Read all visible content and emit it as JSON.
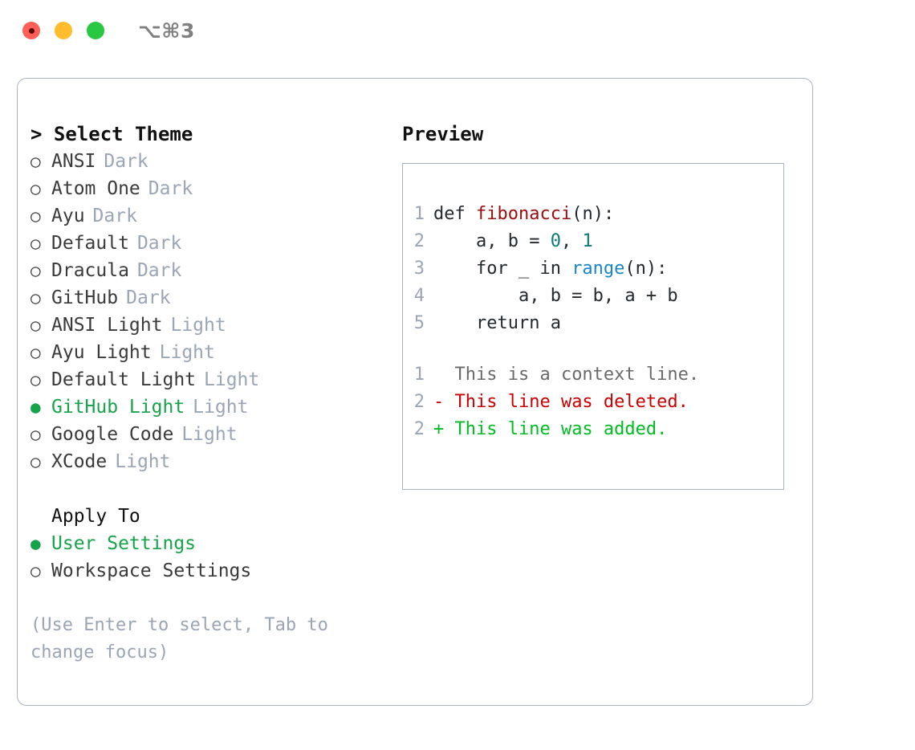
{
  "titlebar": {
    "shortcut": "⌥⌘3",
    "buttons": {
      "close": "close",
      "minimize": "minimize",
      "maximize": "maximize"
    }
  },
  "left": {
    "heading": "> Select Theme",
    "themes": [
      {
        "bullet": "○",
        "name": "ANSI",
        "kind": "Dark",
        "selected": false
      },
      {
        "bullet": "○",
        "name": "Atom One",
        "kind": "Dark",
        "selected": false
      },
      {
        "bullet": "○",
        "name": "Ayu",
        "kind": "Dark",
        "selected": false
      },
      {
        "bullet": "○",
        "name": "Default",
        "kind": "Dark",
        "selected": false
      },
      {
        "bullet": "○",
        "name": "Dracula",
        "kind": "Dark",
        "selected": false
      },
      {
        "bullet": "○",
        "name": "GitHub",
        "kind": "Dark",
        "selected": false
      },
      {
        "bullet": "○",
        "name": "ANSI Light",
        "kind": "Light",
        "selected": false
      },
      {
        "bullet": "○",
        "name": "Ayu Light",
        "kind": "Light",
        "selected": false
      },
      {
        "bullet": "○",
        "name": "Default Light",
        "kind": "Light",
        "selected": false
      },
      {
        "bullet": "●",
        "name": "GitHub Light",
        "kind": "Light",
        "selected": true
      },
      {
        "bullet": "○",
        "name": "Google Code",
        "kind": "Light",
        "selected": false
      },
      {
        "bullet": "○",
        "name": "XCode",
        "kind": "Light",
        "selected": false
      }
    ],
    "apply_to": {
      "title": "Apply To",
      "options": [
        {
          "bullet": "●",
          "name": "User Settings",
          "selected": true
        },
        {
          "bullet": "○",
          "name": "Workspace Settings",
          "selected": false
        }
      ]
    },
    "hint": "(Use Enter to select, Tab to change focus)"
  },
  "right": {
    "title": "Preview",
    "code": [
      {
        "no": "1",
        "parts": [
          {
            "t": "def ",
            "c": "tok-kw"
          },
          {
            "t": "fibonacci",
            "c": "tok-fn"
          },
          {
            "t": "(n):",
            "c": "tok-plain"
          }
        ]
      },
      {
        "no": "2",
        "parts": [
          {
            "t": "    a, b = ",
            "c": "tok-plain"
          },
          {
            "t": "0",
            "c": "tok-num"
          },
          {
            "t": ", ",
            "c": "tok-plain"
          },
          {
            "t": "1",
            "c": "tok-num"
          }
        ]
      },
      {
        "no": "3",
        "parts": [
          {
            "t": "    for _ in ",
            "c": "tok-plain"
          },
          {
            "t": "range",
            "c": "tok-builtin"
          },
          {
            "t": "(n):",
            "c": "tok-plain"
          }
        ]
      },
      {
        "no": "4",
        "parts": [
          {
            "t": "        a, b = b, a + b",
            "c": "tok-plain"
          }
        ]
      },
      {
        "no": "5",
        "parts": [
          {
            "t": "    return a",
            "c": "tok-plain"
          }
        ]
      }
    ],
    "diff": [
      {
        "no": "1",
        "marker": " ",
        "text": " This is a context line.",
        "kind": "ctx"
      },
      {
        "no": "2",
        "marker": "-",
        "text": " This line was deleted.",
        "kind": "del"
      },
      {
        "no": "2",
        "marker": "+",
        "text": " This line was added.",
        "kind": "add"
      }
    ]
  },
  "colors": {
    "accent_green": "#16a34a",
    "diff_add": "#00bb22",
    "diff_del": "#cc0000",
    "muted": "#9aa5b5",
    "border": "#aab4c4",
    "fn_red": "#9c0d0d",
    "num_teal": "#0c7a7a",
    "builtin_blue": "#1a85c8"
  }
}
